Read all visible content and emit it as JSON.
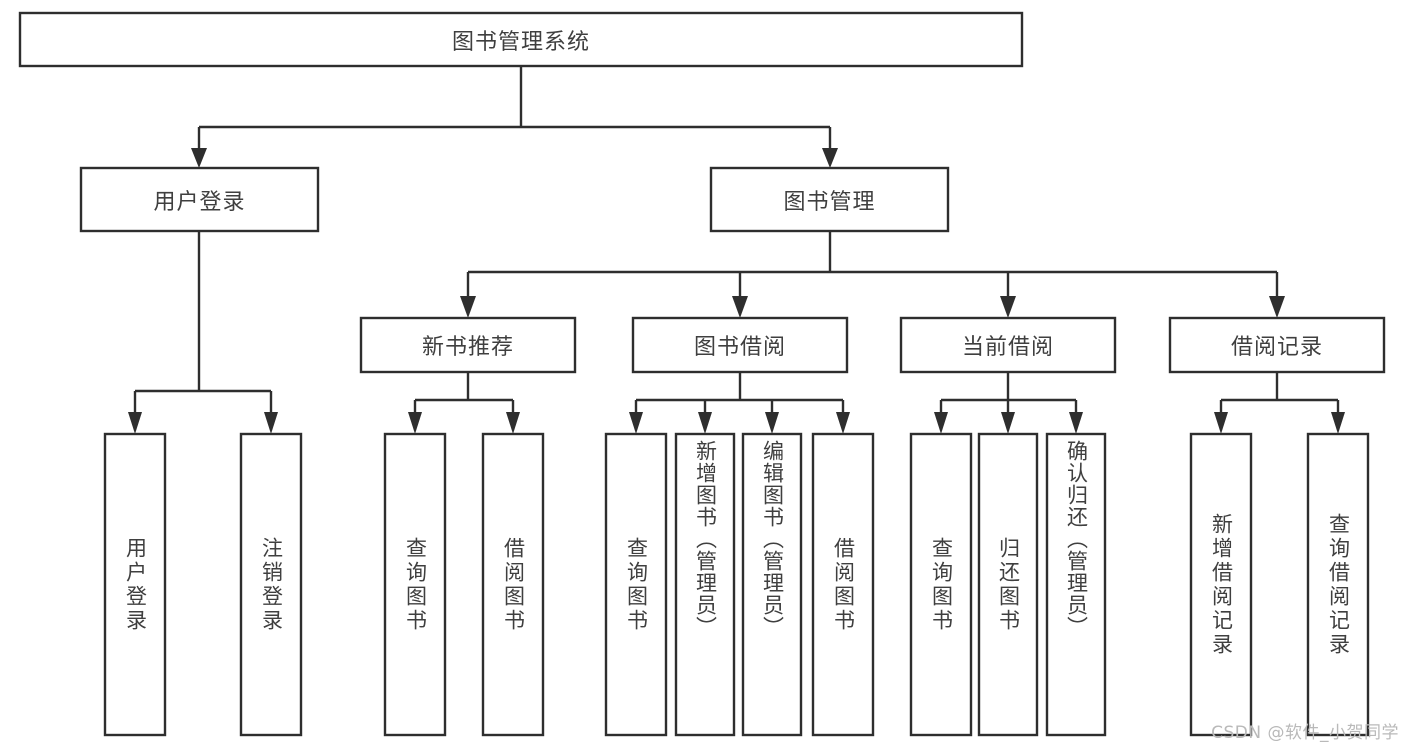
{
  "diagram": {
    "title": "图书管理系统",
    "type": "tree",
    "theme": {
      "background": "#ffffff",
      "box_stroke": "#2e2e2e",
      "box_fill": "#ffffff",
      "text_color": "#3f3f3f",
      "watermark_color": "#b9b9b9"
    },
    "nodes": {
      "root": {
        "label": "图书管理系统",
        "orientation": "horizontal"
      },
      "level2": [
        {
          "id": "user-login",
          "label": "用户登录",
          "orientation": "horizontal"
        },
        {
          "id": "book-manage",
          "label": "图书管理",
          "orientation": "horizontal"
        }
      ],
      "level3": [
        {
          "id": "new-book-recommend",
          "label": "新书推荐",
          "orientation": "horizontal"
        },
        {
          "id": "book-borrow",
          "label": "图书借阅",
          "orientation": "horizontal"
        },
        {
          "id": "current-borrow",
          "label": "当前借阅",
          "orientation": "horizontal"
        },
        {
          "id": "borrow-record",
          "label": "借阅记录",
          "orientation": "horizontal"
        }
      ],
      "leaves": [
        {
          "id": "leaf-user-login",
          "label": "用户登录",
          "parent": "user-login",
          "orientation": "vertical"
        },
        {
          "id": "leaf-logout-login",
          "label": "注销登录",
          "parent": "user-login",
          "orientation": "vertical"
        },
        {
          "id": "leaf-query-book-1",
          "label": "查询图书",
          "parent": "new-book-recommend",
          "orientation": "vertical"
        },
        {
          "id": "leaf-borrow-book-1",
          "label": "借阅图书",
          "parent": "new-book-recommend",
          "orientation": "vertical"
        },
        {
          "id": "leaf-query-book-2",
          "label": "查询图书",
          "parent": "book-borrow",
          "orientation": "vertical"
        },
        {
          "id": "leaf-add-book",
          "label": "新增图书（管理员）",
          "parent": "book-borrow",
          "orientation": "vertical"
        },
        {
          "id": "leaf-edit-book",
          "label": "编辑图书（管理员）",
          "parent": "book-borrow",
          "orientation": "vertical"
        },
        {
          "id": "leaf-borrow-book-2",
          "label": "借阅图书",
          "parent": "book-borrow",
          "orientation": "vertical"
        },
        {
          "id": "leaf-query-book-3",
          "label": "查询图书",
          "parent": "current-borrow",
          "orientation": "vertical"
        },
        {
          "id": "leaf-return-book",
          "label": "归还图书",
          "parent": "current-borrow",
          "orientation": "vertical"
        },
        {
          "id": "leaf-confirm-return",
          "label": "确认归还（管理员）",
          "parent": "current-borrow",
          "orientation": "vertical"
        },
        {
          "id": "leaf-add-record",
          "label": "新增借阅记录",
          "parent": "borrow-record",
          "orientation": "vertical"
        },
        {
          "id": "leaf-query-record",
          "label": "查询借阅记录",
          "parent": "borrow-record",
          "orientation": "vertical"
        }
      ]
    },
    "watermark": "CSDN @软件_小贺同学"
  }
}
